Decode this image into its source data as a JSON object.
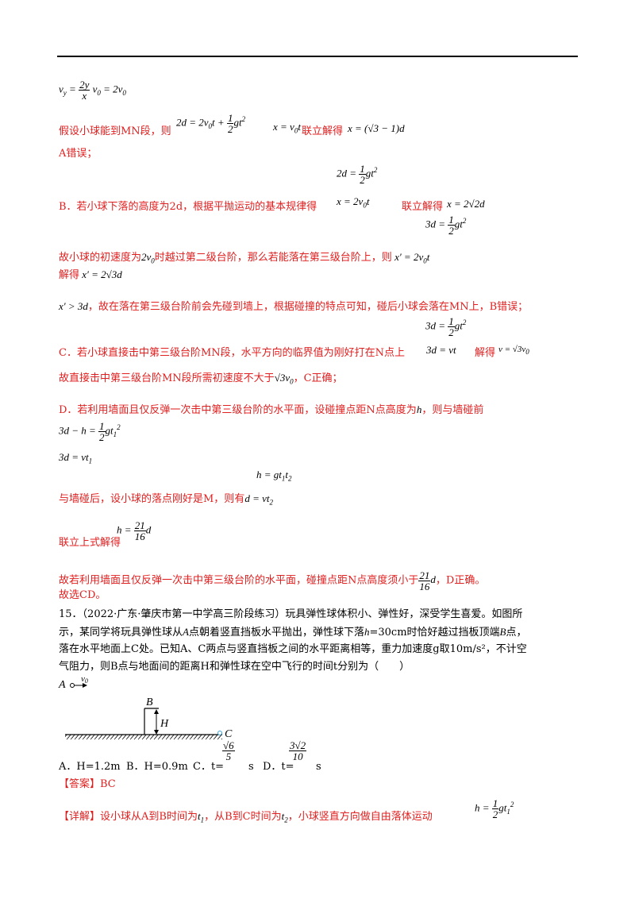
{
  "eq_vy": "v_y = 2y/x · v0 = 2v0",
  "assume": {
    "text": "假设小球能到MN段，则",
    "eq1": "2d = 2v0t + 1/2 gt²",
    "eq2": "x = v0t",
    "solve": "联立解得",
    "eq3": "x = (√3 − 1)d"
  },
  "a_wrong": "A错误；",
  "b": {
    "eq_top": "2d = 1/2 gt²",
    "text": "B．若小球下落的高度为2d，根据平抛运动的基本规律得",
    "eq_x": "x = 2v0t",
    "solve": "联立解得",
    "eq_res": "x = 2√2 d",
    "eq3d": "3d = 1/2 gt²",
    "line2_a": "故小球的初速度为",
    "line2_v": "2v0",
    "line2_b": "时越过第二级台阶，那么若能落在第三级台阶上，则",
    "line2_eq": "x′ = 2v0t",
    "line3": "解得",
    "line3_eq": "x′ = 2√3 d",
    "line4_eq": "x′ > 3d",
    "line4": "，故在落在第三级台阶前会先碰到墙上，根据碰撞的特点可知，碰后小球会落在MN上，B错误；"
  },
  "c": {
    "eq_top": "3d = 1/2 gt²",
    "text": "C．若小球直接击中第三级台阶MN段，水平方向的临界值为刚好打在N点上",
    "eq": "3d = vt",
    "solve": "解得",
    "res": "v = √3 v0",
    "line2a": "故直接击中第三级台阶MN段所需初速度不大于",
    "line2b": "，C正确；"
  },
  "d": {
    "text": "D．若利用墙面且仅反弹一次击中第三级台阶的水平面，设碰撞点距N点高度为",
    "h": "h",
    "text2": "，则与墙碰前",
    "eq1": "3d − h = 1/2 gt1²",
    "eq2": "3d = vt1",
    "eq3": "h = gt1t2",
    "after": "与墙碰后，设小球的落点刚好是M，则有",
    "eq4": "d = vt2",
    "solve": "联立上式解得",
    "res": "h = 21/16 d",
    "conc_a": "故若利用墙面且仅反弹一次击中第三级台阶的水平面，碰撞点距N点高度须小于",
    "conc_b": "，D正确。",
    "choose": "故选CD。"
  },
  "q15": {
    "line1": "15．（2022·广东·肇庆市第一中学高三阶段练习）玩具弹性球体积小、弹性好，深受学生喜爱。如图所",
    "line2a": "示，某同学将玩具弹性球从",
    "line2b": "A",
    "line2c": "点朝着竖直挡板水平抛出，弹性球下落",
    "line2d": "h",
    "line2e": "=30",
    "line2f": "cm",
    "line2g": "时恰好越过挡板顶端",
    "line2h": "B",
    "line2i": "点，",
    "line3": "落在水平地面上C处。已知A、C两点与竖直挡板之间的水平距离相等，重力加速度g取10m/s²，不计空",
    "line4": "气阻力，则B点与地面间的距离H和弹性球在空中飞行的时间t分别为（　　）",
    "fig_A": "A",
    "fig_v0": "v0",
    "fig_B": "B",
    "fig_H": "H",
    "fig_C": "C",
    "optA": "A．H=1.2m",
    "optB": "B．H=0.9m",
    "optC": "C．t=",
    "optC_num": "√6",
    "optC_den": "5",
    "optD": "D．t=",
    "optD_num": "3√2",
    "optD_den": "10",
    "unit_s": "s",
    "answer_tag": "【答案】",
    "answer": "BC",
    "detail_tag": "【详解】",
    "detail": "设小球从A到B时间为",
    "detail_t1": "t1",
    "detail2": "，从B到C时间为",
    "detail_t2": "t2",
    "detail3": "，小球竖直方向做自由落体运动",
    "detail_eq": "h = 1/2 gt1²"
  },
  "colors": {
    "red": "#e02020",
    "black": "#000000"
  }
}
